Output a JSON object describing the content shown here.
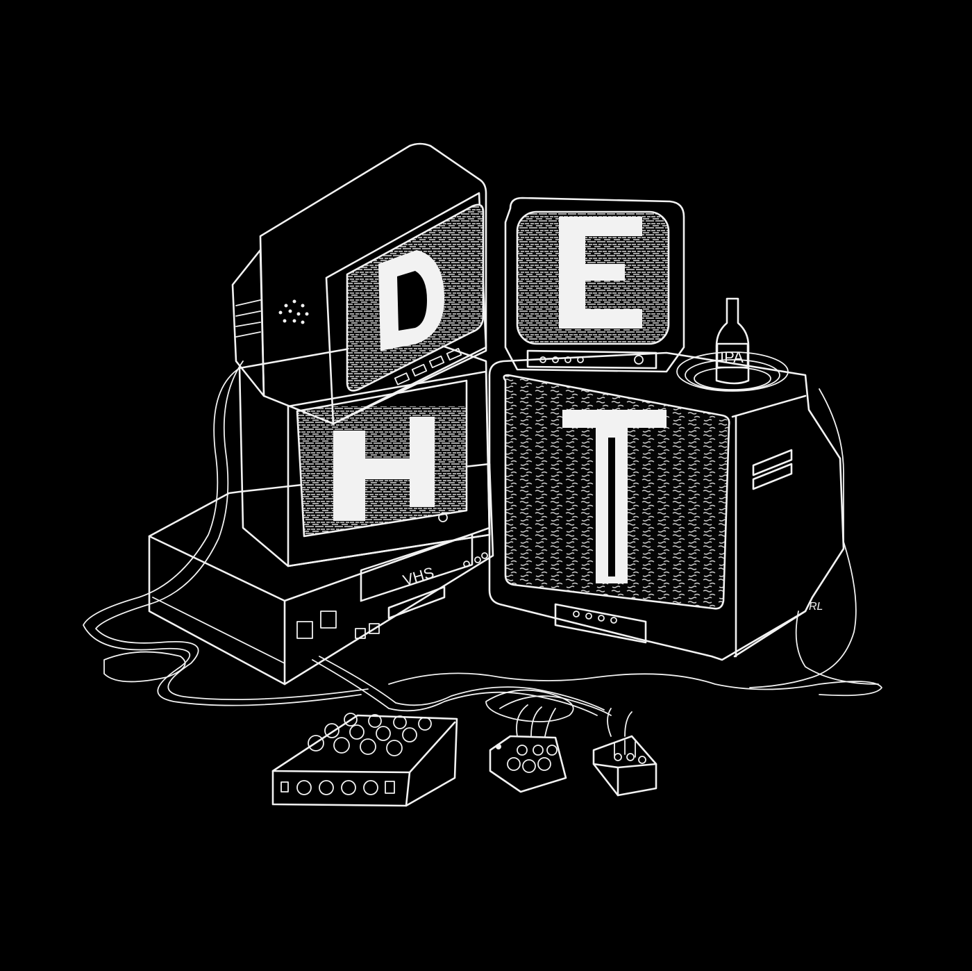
{
  "artwork": {
    "background": "#000000",
    "line_color": "#f2f2f2",
    "screens": [
      {
        "letter": "D"
      },
      {
        "letter": "E"
      },
      {
        "letter": "H"
      },
      {
        "letter": "T"
      }
    ],
    "vcr_label": "VHS",
    "bottle_label": "IPA",
    "signature": "RL"
  }
}
